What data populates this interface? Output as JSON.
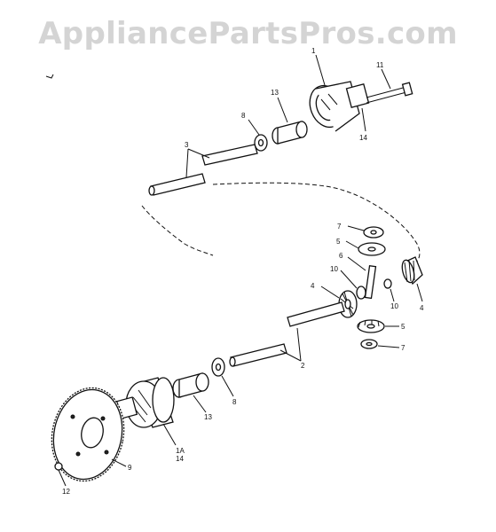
{
  "watermark": "AppliancePartsPros.com",
  "callouts": {
    "c1": "1",
    "c11": "11",
    "c13_top": "13",
    "c8_top": "8",
    "c3": "3",
    "c14": "14",
    "c7_top": "7",
    "c5_top": "5",
    "c6": "6",
    "c10_left": "10",
    "c10_right": "10",
    "c4_left": "4",
    "c4_right": "4",
    "c5_bottom": "5",
    "c7_bottom": "7",
    "c2": "2",
    "c8_bottom": "8",
    "c13_bottom": "13",
    "c1a": "1A",
    "c14_bottom": "14",
    "c9": "9",
    "c12": "12"
  }
}
